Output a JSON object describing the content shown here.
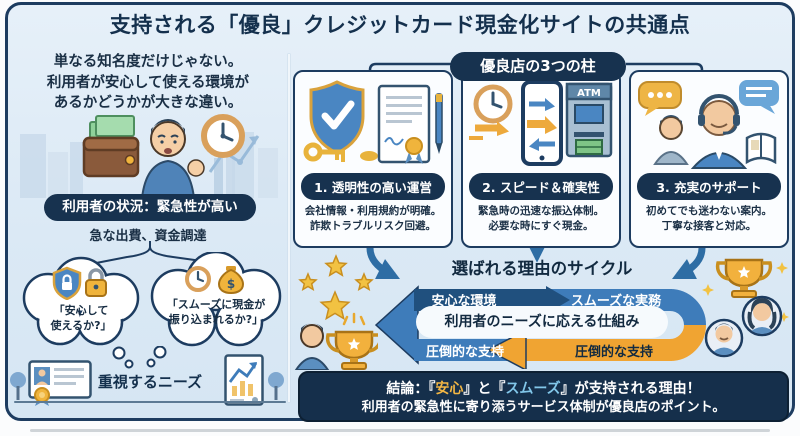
{
  "title": "支持される「優良」クレジットカード現金化サイトの共通点",
  "left": {
    "intro_lines": [
      "単なる知名度だけじゃない。",
      "利用者が安心して使える環境が",
      "あるかどうかが大きな違い。"
    ],
    "status_badge": "利用者の状況：緊急性が高い",
    "status_sub": "急な出費、資金調達",
    "bubble1": {
      "line1": "「安心して",
      "line2": "使えるか?」"
    },
    "bubble2": {
      "line1": "「スムーズに現金が",
      "line2": "振り込まれるか?」"
    },
    "needs_label": "重視するニーズ",
    "money_symbol": "$"
  },
  "right": {
    "pillars_badge": "優良店の3つの柱",
    "cards": [
      {
        "title": "1. 透明性の高い運営",
        "line1": "会社情報・利用規約が明確。",
        "line2": "詐欺トラブルリスク回避。"
      },
      {
        "title": "2. スピード＆確実性",
        "line1": "緊急時の迅速な振込体制。",
        "line2": "必要な時にすぐ現金。",
        "atm_label": "ATM"
      },
      {
        "title": "3. 充実のサポート",
        "line1": "初めてでも迷わない案内。",
        "line2": "丁寧な接客と対応。"
      }
    ],
    "cycle": {
      "title": "選ばれる理由のサイクル",
      "top_left": "安心な環境",
      "top_right": "スムーズな実務",
      "center": "利用者のニーズに応える仕組み",
      "bottom_left": "圧倒的な支持",
      "bottom_right": "圧倒的な支持"
    },
    "conclusion": {
      "seg1": "結論：『",
      "hl1": "安心",
      "seg2": "』と『",
      "hl2": "スムーズ",
      "seg3": "』が支持される理由！",
      "line2": "利用者の緊急性に寄り添うサービス体制が優良店のポイント。"
    }
  },
  "colors": {
    "navy": "#17324f",
    "dark_blue": "#20507e",
    "blue": "#3e7cba",
    "orange": "#f0a432",
    "gold": "#eeb545",
    "background": "#dbe9f5"
  }
}
